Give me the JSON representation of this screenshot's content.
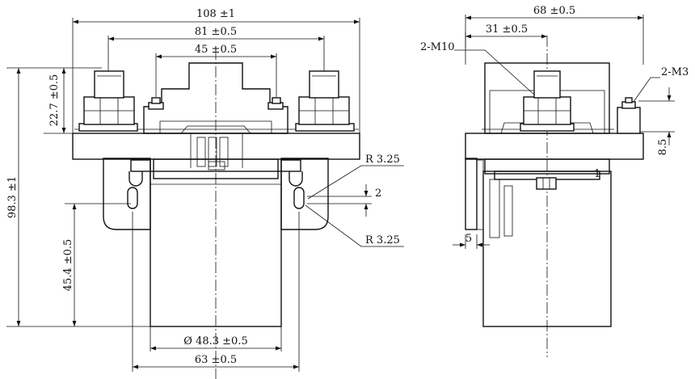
{
  "front_view": {
    "dims": {
      "overall_width": "108 ±1",
      "terminal_spacing": "81 ±0.5",
      "aux_spacing": "45 ±0.5",
      "terminal_height": "22.7 ±0.5",
      "overall_height": "98.3 ±1",
      "mount_height": "45.4 ±0.5",
      "body_diameter": "Ø 48.3 ±0.5",
      "mount_spacing": "63 ±0.5",
      "slot_radius_top": "R 3.25",
      "slot_radius_bottom": "R 3.25",
      "slot_length": "2"
    }
  },
  "side_view": {
    "dims": {
      "overall_width": "68 ±0.5",
      "terminal_offset": "31 ±0.5",
      "main_thread": "2-M10",
      "aux_thread": "2-M3",
      "aux_height": "8.5",
      "bracket_thickness": "5"
    },
    "marker": "1"
  }
}
